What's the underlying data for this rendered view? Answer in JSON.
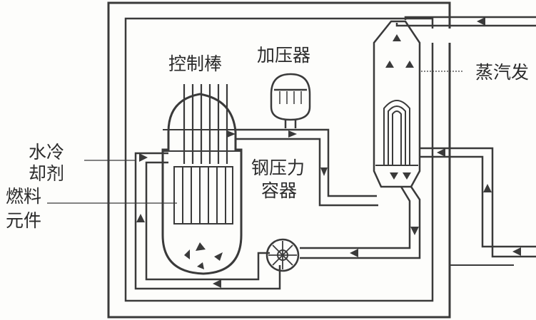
{
  "labels": {
    "control_rods": "控制棒",
    "pressurizer": "加压器",
    "steam_generator": "蒸汽发",
    "water_coolant_line1": "水冷",
    "water_coolant_line2": "却剂",
    "fuel_elements_line1": "燃料",
    "fuel_elements_line2": "元件",
    "pressure_vessel_line1": "钢压力",
    "pressure_vessel_line2": "容器"
  },
  "colors": {
    "ink": "#3a3a3a",
    "background": "#fdfdfb"
  }
}
